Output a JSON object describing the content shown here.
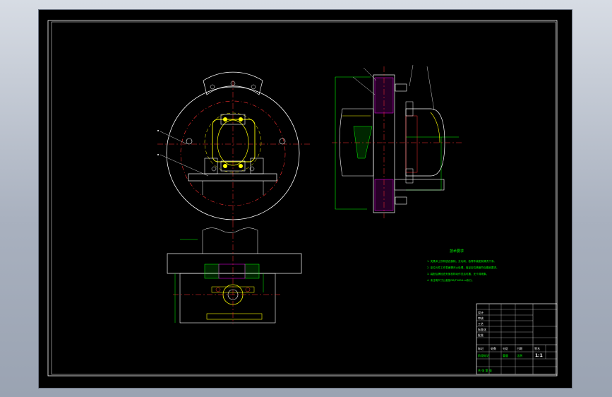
{
  "app": {
    "background": "#000000",
    "frame_color": "#ffffff",
    "accent_colors": {
      "green": "#00ff00",
      "yellow": "#ffff00",
      "red": "#ff3030",
      "magenta": "#ff00ff",
      "cyan": "#00ffff",
      "orange": "#ff8000"
    }
  },
  "notes": {
    "title": "技术要求",
    "lines": [
      "1. 夹具体上所有锐边倒钝，去毛刺，各零件装配前清洗干净。",
      "2. 定位元件工作表面需淬火处理，保证定位精度符合图纸要求。",
      "3. 装配后需检查夹紧机构动作灵活可靠，无卡滞现象。",
      "4. 未注明尺寸公差按GB/T1804-m执行。"
    ]
  },
  "title_block": {
    "labels": [
      "设计",
      "审核",
      "工艺",
      "标准化",
      "批准",
      "标记",
      "处数",
      "分区",
      "日期",
      "签名"
    ],
    "scale_row": [
      "阶段标记",
      "重量",
      "比例"
    ],
    "scale_value": "1:1",
    "sheet_info": "共 张  第 张"
  }
}
